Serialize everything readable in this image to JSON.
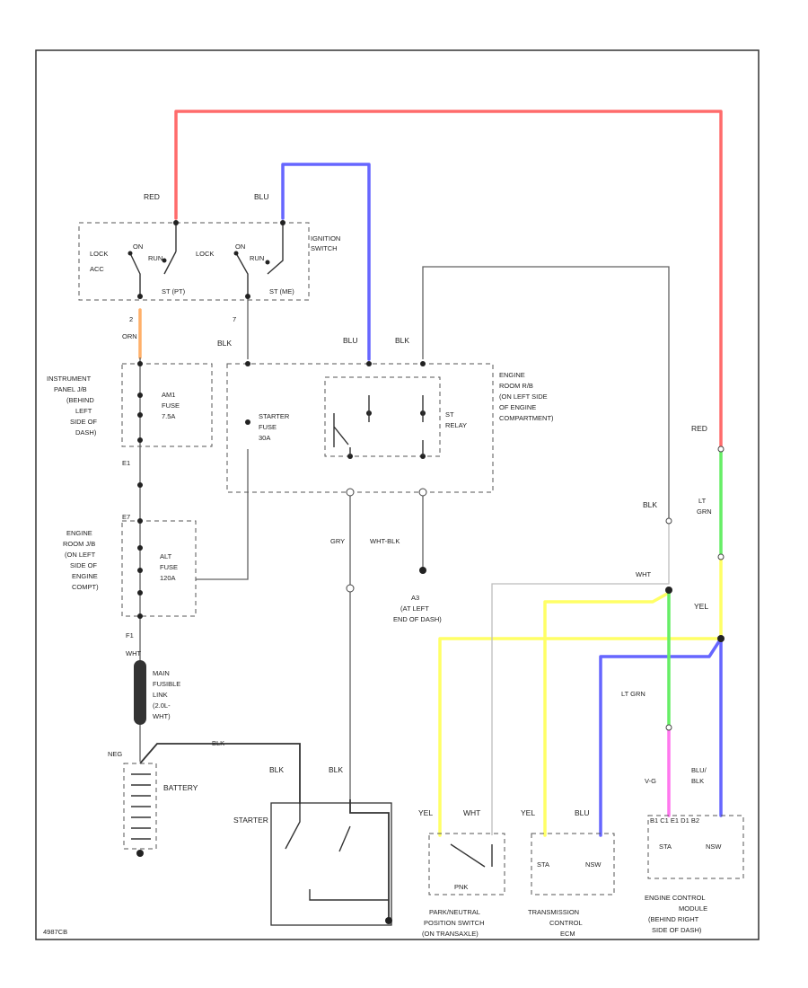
{
  "colors": {
    "red": "#ff6b6b",
    "blue": "#6666ff",
    "yellow": "#ffff66",
    "green": "#66ee66",
    "pink": "#ff77ee",
    "orange": "#ffb06a",
    "gray": "#606060",
    "lightgray": "#bcbcbc"
  },
  "labels": {
    "red_top": "RED",
    "blu_top": "BLU",
    "ignition_switch": [
      "IGNITION",
      "SWITCH"
    ],
    "lock": "LOCK",
    "acc": "ACC",
    "on": "ON",
    "run": "RUN",
    "start1": "ST (PT)",
    "start2": "ST (ME)",
    "pin2": "2",
    "pin7": "7",
    "orn": "ORN",
    "blk_a": "BLK",
    "blu_mid": "BLU",
    "blk_mid": "BLK",
    "ipjb": [
      "INSTRUMENT",
      "PANEL J/B",
      "(BEHIND",
      "LEFT",
      "SIDE OF",
      "DASH)"
    ],
    "am1_fuse": [
      "AM1",
      "FUSE",
      "7.5A"
    ],
    "starter_fuse": [
      "STARTER",
      "FUSE",
      "30A"
    ],
    "st_relay": [
      "ST",
      "RELAY"
    ],
    "ertjb": [
      "ENGINE",
      "ROOM R/B",
      "(ON LEFT SIDE",
      "OF ENGINE",
      "COMPARTMENT)"
    ],
    "ej_pin": "E1",
    "ej_pin2": "E7",
    "erjb2": [
      "ENGINE",
      "ROOM J/B",
      "(ON LEFT",
      "SIDE OF",
      "ENGINE",
      "COMPT)"
    ],
    "alt_fuse": [
      "ALT",
      "FUSE",
      "120A"
    ],
    "red_right": "RED",
    "blk_right": "BLK",
    "lt_grn_right": [
      "LT",
      "GRN"
    ],
    "gry": "GRY",
    "wht_blk": "WHT-BLK",
    "ground": [
      "A3",
      "(AT LEFT",
      "END OF DASH)"
    ],
    "wht": "WHT",
    "yel_right": "YEL",
    "f1": "F1",
    "wht_main": "WHT",
    "fusible_link": [
      "MAIN",
      "FUSIBLE",
      "LINK",
      "(2.0L-",
      "WHT)"
    ],
    "neg": "NEG",
    "blk_bat": "BLK",
    "battery": "BATTERY",
    "blk_starter1": "BLK",
    "blk_starter2": "BLK",
    "starter": "STARTER",
    "lt_grn_mid": "LT GRN",
    "v_g": "V-G",
    "blu_blk": [
      "BLU/",
      "BLK"
    ],
    "yel_a": "YEL",
    "wht_b": "WHT",
    "yel_c": "YEL",
    "blu_d": "BLU",
    "ecm_pins": "B1 C1 E1 D1 B2",
    "pn_switch": [
      "PARK/NEUTRAL",
      "POSITION SWITCH",
      "(ON TRANSAXLE)"
    ],
    "tcm": [
      "TRANSMISSION",
      "CONTROL",
      "ECM"
    ],
    "ecm": [
      "ENGINE CONTROL",
      "MODULE",
      "(BEHIND RIGHT",
      "SIDE OF DASH)"
    ],
    "sta": "STA",
    "nsw": "NSW",
    "sta2": "STA",
    "nsw2": "NSW",
    "pnk": "PNK",
    "footer": "4987CB"
  }
}
